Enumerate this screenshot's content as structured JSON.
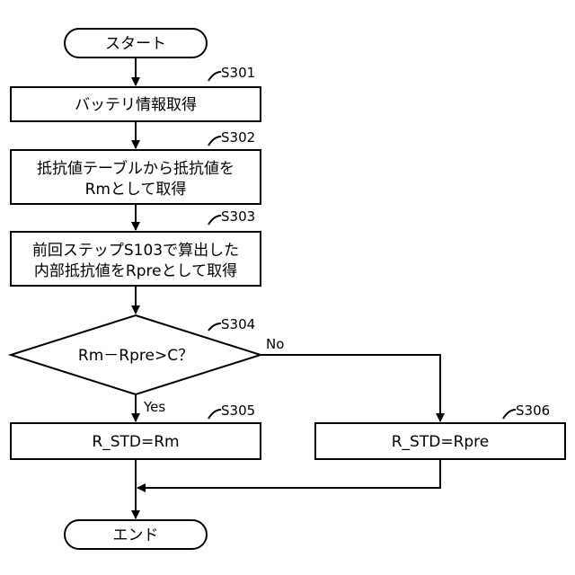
{
  "flowchart": {
    "start": {
      "label": "スタート"
    },
    "end": {
      "label": "エンド"
    },
    "steps": [
      {
        "id": "S301",
        "lines": [
          "バッテリ情報取得"
        ]
      },
      {
        "id": "S302",
        "lines": [
          "抵抗値テーブルから抵抗値を",
          "Rmとして取得"
        ]
      },
      {
        "id": "S303",
        "lines": [
          "前回ステップS103で算出した",
          "内部抵抗値をRpreとして取得"
        ]
      },
      {
        "id": "S304",
        "lines": [
          "Rm－Rpre>C？"
        ]
      },
      {
        "id": "S305",
        "lines": [
          "R_STD=Rm"
        ]
      },
      {
        "id": "S306",
        "lines": [
          "R_STD=Rpre"
        ]
      }
    ],
    "branches": {
      "yes": "Yes",
      "no": "No"
    }
  }
}
